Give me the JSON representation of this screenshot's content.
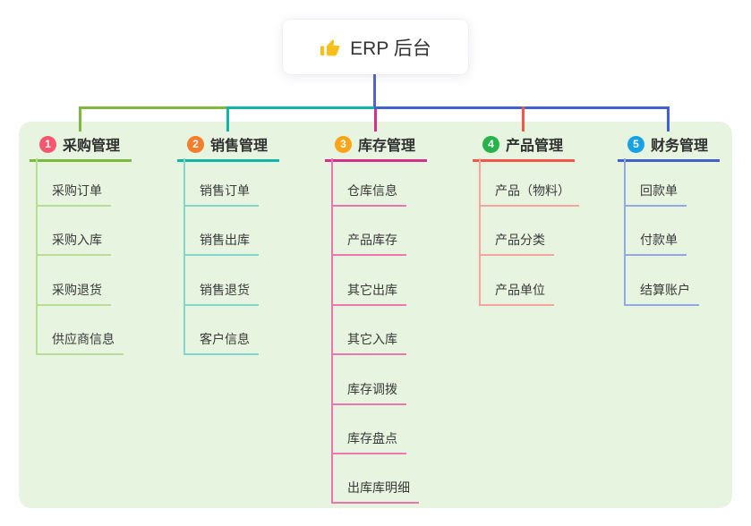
{
  "root": {
    "label": "ERP 后台",
    "icon": "thumbs-up-icon"
  },
  "colors": {
    "panel_bg": "#e6f4e0",
    "root_line": "#5464c4",
    "node_bg": "#ffffff",
    "text_dark": "#333333",
    "thumb_yellow": "#f6bf1c"
  },
  "branches": [
    {
      "number": "1",
      "title": "采购管理",
      "accent": "#7cb93d",
      "light": "#b9dc96",
      "badge": "#f6576e",
      "children": [
        "采购订单",
        "采购入库",
        "采购退货",
        "供应商信息"
      ]
    },
    {
      "number": "2",
      "title": "销售管理",
      "accent": "#13b5a7",
      "light": "#82d6ce",
      "badge": "#f57d2c",
      "children": [
        "销售订单",
        "销售出库",
        "销售退货",
        "客户信息"
      ]
    },
    {
      "number": "3",
      "title": "库存管理",
      "accent": "#d6308f",
      "light": "#ef74b2",
      "badge": "#fca518",
      "children": [
        "仓库信息",
        "产品库存",
        "其它出库",
        "其它入库",
        "库存调拨",
        "库存盘点",
        "出库库明细"
      ]
    },
    {
      "number": "4",
      "title": "产品管理",
      "accent": "#f5564b",
      "light": "#f8a49d",
      "badge": "#27b24b",
      "children": [
        "产品（物料）",
        "产品分类",
        "产品单位"
      ]
    },
    {
      "number": "5",
      "title": "财务管理",
      "accent": "#4161d2",
      "light": "#93a9e3",
      "badge": "#17a3e3",
      "children": [
        "回款单",
        "付款单",
        "结算账户"
      ]
    }
  ]
}
